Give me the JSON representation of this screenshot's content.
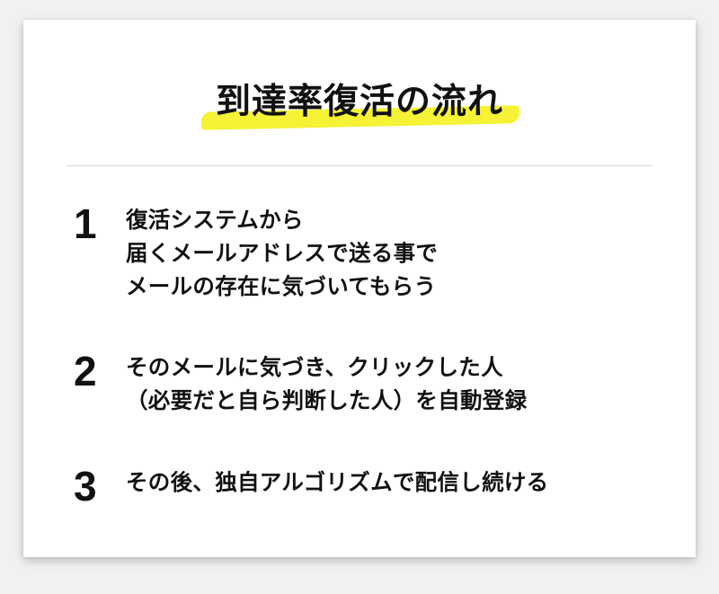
{
  "title": "到達率復活の流れ",
  "colors": {
    "highlight": "#f6f236",
    "text": "#111111",
    "background": "#ffffff"
  },
  "steps": [
    {
      "number": "1",
      "lines": [
        "復活システムから",
        "届くメールアドレスで送る事で",
        "メールの存在に気づいてもらう"
      ]
    },
    {
      "number": "2",
      "lines": [
        "そのメールに気づき、クリックした人",
        "（必要だと自ら判断した人）を自動登録"
      ]
    },
    {
      "number": "3",
      "lines": [
        "その後、独自アルゴリズムで配信し続ける"
      ]
    }
  ]
}
